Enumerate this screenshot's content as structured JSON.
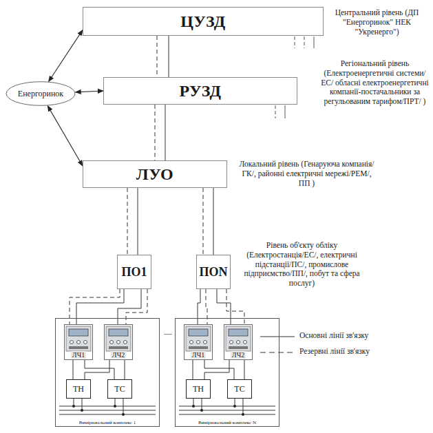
{
  "diagram": {
    "nodes": [
      {
        "text": [
          "ЦУЗД"
        ]
      },
      {
        "text": [
          "Енергоринок"
        ]
      },
      {
        "text": [
          "РУЗД"
        ]
      },
      {
        "text": [
          "ЛУО"
        ]
      },
      {
        "text": [
          "ПО1"
        ]
      },
      {
        "text": [
          "ПОN"
        ]
      },
      {
        "text": [
          "Вимірювальний комплекс 1"
        ]
      },
      {
        "text": [
          "ЛЧ1"
        ],
        "in": 6
      },
      {
        "text": [
          "ЛЧ2"
        ],
        "in": 6
      },
      {
        "text": [
          "ТН"
        ],
        "in": 6
      },
      {
        "text": [
          "ТС"
        ],
        "in": 6
      },
      {
        "text": [
          "Вимірювальний комплекс N"
        ]
      },
      {
        "text": [
          "ЛЧ1"
        ],
        "in": 11
      },
      {
        "text": [
          "ЛЧ2"
        ],
        "in": 11
      },
      {
        "text": [
          "ТН"
        ],
        "in": 11
      },
      {
        "text": [
          "ТС"
        ],
        "in": 11
      }
    ],
    "edges": [
      {
        "from": 1,
        "to": 0,
        "arrow": "both"
      },
      {
        "from": 1,
        "to": 2,
        "arrow": "both"
      },
      {
        "from": 1,
        "to": 3,
        "arrow": "both"
      },
      {
        "from": 0,
        "to": 2,
        "arrow": "none"
      },
      {
        "from": 0,
        "to": 2,
        "arrow": "none"
      },
      {
        "from": 2,
        "to": 3,
        "arrow": "none"
      },
      {
        "from": 2,
        "to": 3,
        "arrow": "none"
      },
      {
        "from": 3,
        "to": 4,
        "arrow": "none"
      },
      {
        "from": 3,
        "to": 4,
        "arrow": "none"
      },
      {
        "from": 3,
        "to": 5,
        "arrow": "none"
      },
      {
        "from": 3,
        "to": 5,
        "arrow": "none"
      },
      {
        "from": 4,
        "to": 7,
        "arrow": "none"
      },
      {
        "from": 4,
        "to": 7,
        "arrow": "none"
      },
      {
        "from": 4,
        "to": 8,
        "arrow": "none"
      },
      {
        "from": 4,
        "to": 8,
        "arrow": "none"
      },
      {
        "from": 5,
        "to": 12,
        "arrow": "none"
      },
      {
        "from": 5,
        "to": 12,
        "arrow": "none"
      },
      {
        "from": 5,
        "to": 13,
        "arrow": "none"
      },
      {
        "from": 5,
        "to": 13,
        "arrow": "none"
      },
      {
        "from": 7,
        "to": 9,
        "arrow": "none"
      },
      {
        "from": 7,
        "to": 10,
        "arrow": "none"
      },
      {
        "from": 8,
        "to": 9,
        "arrow": "none"
      },
      {
        "from": 8,
        "to": 10,
        "arrow": "none"
      },
      {
        "from": 12,
        "to": 14,
        "arrow": "none"
      },
      {
        "from": 12,
        "to": 15,
        "arrow": "none"
      },
      {
        "from": 13,
        "to": 14,
        "arrow": "none"
      },
      {
        "from": 13,
        "to": 15,
        "arrow": "none"
      }
    ],
    "labels": [
      "Центральний рівень (ДП \"Енергоринок\" НЕК \"Укренерго\")",
      "Регіональний рівень (Електроенергетичні системи/ЕС/ обласні електроенергетичні компанії-постачальники за регульованим тарифом/ПРТ/ )",
      "Локальний рівень (Генаруюча компанія/ГК/, районні електричні мережі/РЕМ/, ПП )",
      "Рівень об'єкту обліку (Електростанція/ЕС/, електричні підстанції/ПС/, промислове підприємство/ПП/, побут та сфера послуг)",
      "—"
    ],
    "legend": [
      {
        "text": "Основні лінії зв'язку"
      },
      {
        "text": "Резервні лінії зв'язку"
      }
    ]
  }
}
